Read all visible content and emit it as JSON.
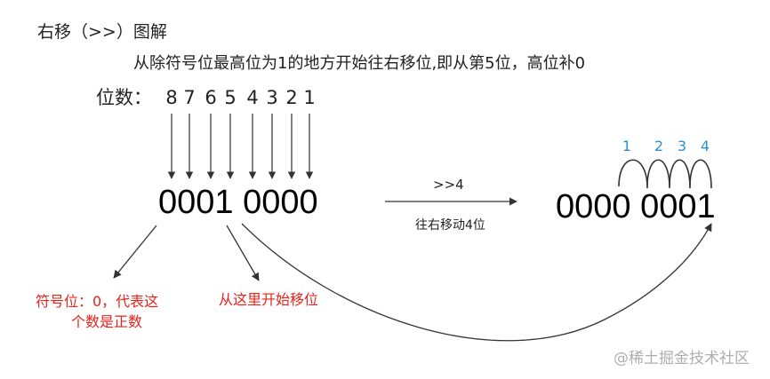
{
  "title": "右移（>>）图解",
  "subtitle": "从除符号位最高位为1的地方开始往右移位,即从第5位，高位补0",
  "bit_label": "位数：",
  "bit_numbers": [
    "8",
    "7",
    "6",
    "5",
    "4",
    "3",
    "2",
    "1"
  ],
  "original_value": "0001 0000",
  "operator": ">>4",
  "operation_caption": "往右移动4位",
  "result_value": "0000 0001",
  "shift_steps": [
    "1",
    "2",
    "3",
    "4"
  ],
  "sign_note_line1": "符号位：0，代表这",
  "sign_note_line2": "个数是正数",
  "start_note": "从这里开始移位",
  "watermark": "@稀土掘金技术社区",
  "colors": {
    "note": "#e8231b",
    "steps": "#2b8fd9",
    "arrow": "#333333"
  }
}
